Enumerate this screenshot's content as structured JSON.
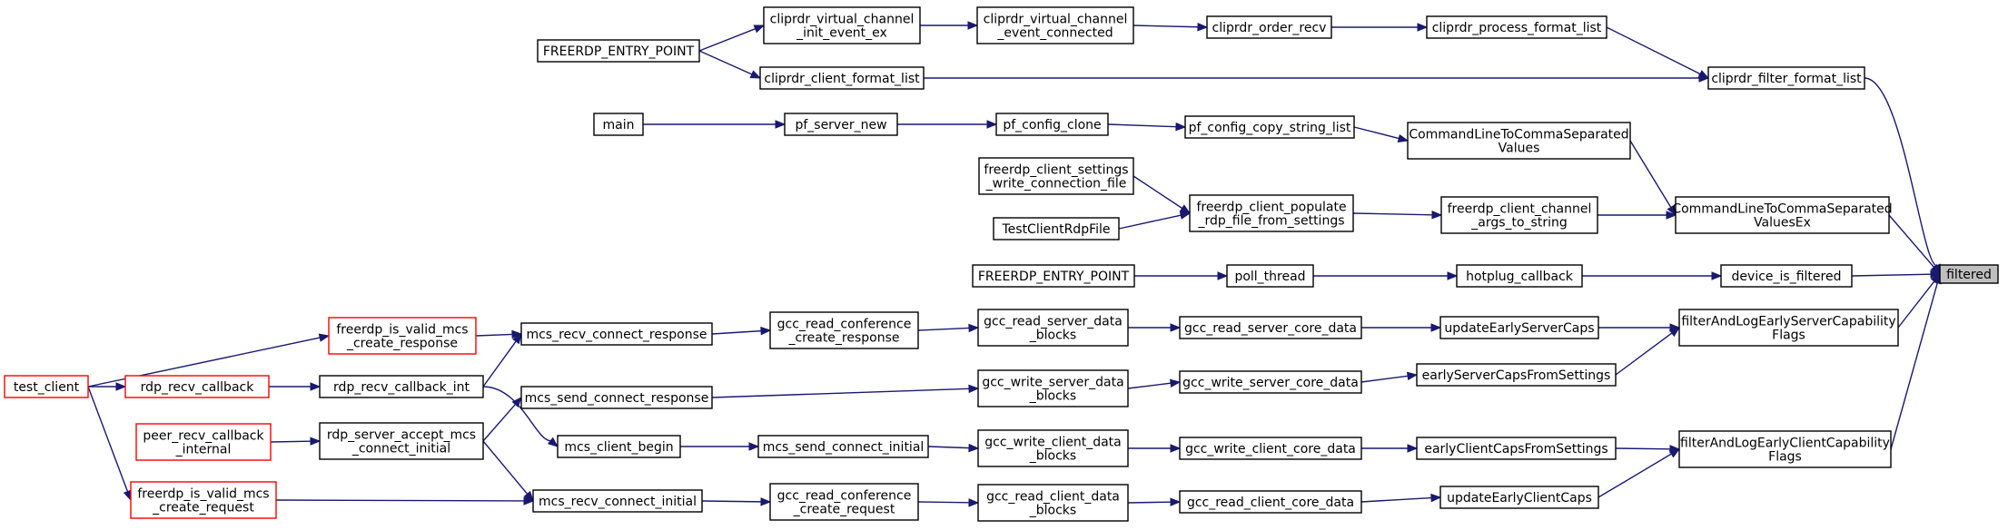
{
  "colors": {
    "edge": "#191970",
    "node_border": "#000000",
    "node_border_highlight": "#ff0000",
    "focus_fill": "#bfbfbf",
    "background": "#ffffff"
  },
  "nodes": {
    "filtered": {
      "label": [
        "filtered"
      ],
      "style": "focus"
    },
    "cliprdr_filter_format_list": {
      "label": [
        "cliprdr_filter_format_list"
      ]
    },
    "cliprdr_process_format_list": {
      "label": [
        "cliprdr_process_format_list"
      ]
    },
    "cliprdr_order_recv": {
      "label": [
        "cliprdr_order_recv"
      ]
    },
    "cliprdr_virtual_channel_event_connected": {
      "label": [
        "cliprdr_virtual_channel",
        "_event_connected"
      ]
    },
    "cliprdr_virtual_channel_init_event_ex": {
      "label": [
        "cliprdr_virtual_channel",
        "_init_event_ex"
      ]
    },
    "freerdp_entry_point_1": {
      "label": [
        "FREERDP_ENTRY_POINT"
      ]
    },
    "cliprdr_client_format_list": {
      "label": [
        "cliprdr_client_format_list"
      ]
    },
    "CommandLineToCommaSeparatedValuesEx": {
      "label": [
        "CommandLineToCommaSeparated",
        "ValuesEx"
      ]
    },
    "CommandLineToCommaSeparatedValues": {
      "label": [
        "CommandLineToCommaSeparated",
        "Values"
      ]
    },
    "pf_config_copy_string_list": {
      "label": [
        "pf_config_copy_string_list"
      ]
    },
    "pf_config_clone": {
      "label": [
        "pf_config_clone"
      ]
    },
    "pf_server_new": {
      "label": [
        "pf_server_new"
      ]
    },
    "main": {
      "label": [
        "main"
      ]
    },
    "freerdp_client_channel_args_to_string": {
      "label": [
        "freerdp_client_channel",
        "_args_to_string"
      ]
    },
    "freerdp_client_populate_rdp_file_from_settings": {
      "label": [
        "freerdp_client_populate",
        "_rdp_file_from_settings"
      ]
    },
    "freerdp_client_settings_write_connection_file": {
      "label": [
        "freerdp_client_settings",
        "_write_connection_file"
      ]
    },
    "TestClientRdpFile": {
      "label": [
        "TestClientRdpFile"
      ]
    },
    "device_is_filtered": {
      "label": [
        "device_is_filtered"
      ]
    },
    "hotplug_callback": {
      "label": [
        "hotplug_callback"
      ]
    },
    "poll_thread": {
      "label": [
        "poll_thread"
      ]
    },
    "freerdp_entry_point_2": {
      "label": [
        "FREERDP_ENTRY_POINT"
      ]
    },
    "filterAndLogEarlyServerCapabilityFlags": {
      "label": [
        "filterAndLogEarlyServerCapability",
        "Flags"
      ]
    },
    "updateEarlyServerCaps": {
      "label": [
        "updateEarlyServerCaps"
      ]
    },
    "gcc_read_server_core_data": {
      "label": [
        "gcc_read_server_core_data"
      ]
    },
    "gcc_read_server_data_blocks": {
      "label": [
        "gcc_read_server_data",
        "_blocks"
      ]
    },
    "gcc_read_conference_create_response": {
      "label": [
        "gcc_read_conference",
        "_create_response"
      ]
    },
    "mcs_recv_connect_response": {
      "label": [
        "mcs_recv_connect_response"
      ]
    },
    "freerdp_is_valid_mcs_create_response": {
      "label": [
        "freerdp_is_valid_mcs",
        "_create_response"
      ],
      "style": "red"
    },
    "rdp_recv_callback_int": {
      "label": [
        "rdp_recv_callback_int"
      ]
    },
    "rdp_recv_callback": {
      "label": [
        "rdp_recv_callback"
      ],
      "style": "red"
    },
    "test_client": {
      "label": [
        "test_client"
      ],
      "style": "red"
    },
    "earlyServerCapsFromSettings": {
      "label": [
        "earlyServerCapsFromSettings"
      ]
    },
    "gcc_write_server_core_data": {
      "label": [
        "gcc_write_server_core_data"
      ]
    },
    "gcc_write_server_data_blocks": {
      "label": [
        "gcc_write_server_data",
        "_blocks"
      ]
    },
    "mcs_send_connect_response": {
      "label": [
        "mcs_send_connect_response"
      ]
    },
    "rdp_server_accept_mcs_connect_initial": {
      "label": [
        "rdp_server_accept_mcs",
        "_connect_initial"
      ]
    },
    "peer_recv_callback_internal": {
      "label": [
        "peer_recv_callback",
        "_internal"
      ],
      "style": "red"
    },
    "filterAndLogEarlyClientCapabilityFlags": {
      "label": [
        "filterAndLogEarlyClientCapability",
        "Flags"
      ]
    },
    "earlyClientCapsFromSettings": {
      "label": [
        "earlyClientCapsFromSettings"
      ]
    },
    "gcc_write_client_core_data": {
      "label": [
        "gcc_write_client_core_data"
      ]
    },
    "gcc_write_client_data_blocks": {
      "label": [
        "gcc_write_client_data",
        "_blocks"
      ]
    },
    "mcs_send_connect_initial": {
      "label": [
        "mcs_send_connect_initial"
      ]
    },
    "mcs_client_begin": {
      "label": [
        "mcs_client_begin"
      ]
    },
    "updateEarlyClientCaps": {
      "label": [
        "updateEarlyClientCaps"
      ]
    },
    "gcc_read_client_core_data": {
      "label": [
        "gcc_read_client_core_data"
      ]
    },
    "gcc_read_client_data_blocks": {
      "label": [
        "gcc_read_client_data",
        "_blocks"
      ]
    },
    "gcc_read_conference_create_request": {
      "label": [
        "gcc_read_conference",
        "_create_request"
      ]
    },
    "mcs_recv_connect_initial": {
      "label": [
        "mcs_recv_connect_initial"
      ]
    },
    "freerdp_is_valid_mcs_create_request": {
      "label": [
        "freerdp_is_valid_mcs",
        "_create_request"
      ],
      "style": "red"
    }
  },
  "edges": [
    [
      "cliprdr_filter_format_list",
      "filtered"
    ],
    [
      "cliprdr_process_format_list",
      "cliprdr_filter_format_list"
    ],
    [
      "cliprdr_order_recv",
      "cliprdr_process_format_list"
    ],
    [
      "cliprdr_virtual_channel_event_connected",
      "cliprdr_order_recv"
    ],
    [
      "cliprdr_virtual_channel_init_event_ex",
      "cliprdr_virtual_channel_event_connected"
    ],
    [
      "freerdp_entry_point_1",
      "cliprdr_virtual_channel_init_event_ex"
    ],
    [
      "cliprdr_client_format_list",
      "cliprdr_filter_format_list"
    ],
    [
      "freerdp_entry_point_1",
      "cliprdr_client_format_list"
    ],
    [
      "CommandLineToCommaSeparatedValuesEx",
      "filtered"
    ],
    [
      "CommandLineToCommaSeparatedValues",
      "CommandLineToCommaSeparatedValuesEx"
    ],
    [
      "pf_config_copy_string_list",
      "CommandLineToCommaSeparatedValues"
    ],
    [
      "pf_config_clone",
      "pf_config_copy_string_list"
    ],
    [
      "pf_server_new",
      "pf_config_clone"
    ],
    [
      "main",
      "pf_server_new"
    ],
    [
      "freerdp_client_channel_args_to_string",
      "CommandLineToCommaSeparatedValuesEx"
    ],
    [
      "freerdp_client_populate_rdp_file_from_settings",
      "freerdp_client_channel_args_to_string"
    ],
    [
      "freerdp_client_settings_write_connection_file",
      "freerdp_client_populate_rdp_file_from_settings"
    ],
    [
      "TestClientRdpFile",
      "freerdp_client_populate_rdp_file_from_settings"
    ],
    [
      "device_is_filtered",
      "filtered"
    ],
    [
      "hotplug_callback",
      "device_is_filtered"
    ],
    [
      "poll_thread",
      "hotplug_callback"
    ],
    [
      "freerdp_entry_point_2",
      "poll_thread"
    ],
    [
      "filterAndLogEarlyServerCapabilityFlags",
      "filtered"
    ],
    [
      "updateEarlyServerCaps",
      "filterAndLogEarlyServerCapabilityFlags"
    ],
    [
      "gcc_read_server_core_data",
      "updateEarlyServerCaps"
    ],
    [
      "gcc_read_server_data_blocks",
      "gcc_read_server_core_data"
    ],
    [
      "gcc_read_conference_create_response",
      "gcc_read_server_data_blocks"
    ],
    [
      "mcs_recv_connect_response",
      "gcc_read_conference_create_response"
    ],
    [
      "freerdp_is_valid_mcs_create_response",
      "mcs_recv_connect_response"
    ],
    [
      "rdp_recv_callback_int",
      "mcs_recv_connect_response"
    ],
    [
      "test_client",
      "freerdp_is_valid_mcs_create_response"
    ],
    [
      "rdp_recv_callback",
      "rdp_recv_callback_int"
    ],
    [
      "test_client",
      "rdp_recv_callback"
    ],
    [
      "earlyServerCapsFromSettings",
      "filterAndLogEarlyServerCapabilityFlags"
    ],
    [
      "gcc_write_server_core_data",
      "earlyServerCapsFromSettings"
    ],
    [
      "gcc_write_server_data_blocks",
      "gcc_write_server_core_data"
    ],
    [
      "mcs_send_connect_response",
      "gcc_write_server_data_blocks"
    ],
    [
      "rdp_server_accept_mcs_connect_initial",
      "mcs_send_connect_response"
    ],
    [
      "peer_recv_callback_internal",
      "rdp_server_accept_mcs_connect_initial"
    ],
    [
      "filterAndLogEarlyClientCapabilityFlags",
      "filtered"
    ],
    [
      "earlyClientCapsFromSettings",
      "filterAndLogEarlyClientCapabilityFlags"
    ],
    [
      "gcc_write_client_core_data",
      "earlyClientCapsFromSettings"
    ],
    [
      "gcc_write_client_data_blocks",
      "gcc_write_client_core_data"
    ],
    [
      "mcs_send_connect_initial",
      "gcc_write_client_data_blocks"
    ],
    [
      "mcs_client_begin",
      "mcs_send_connect_initial"
    ],
    [
      "rdp_recv_callback_int",
      "mcs_client_begin"
    ],
    [
      "updateEarlyClientCaps",
      "filterAndLogEarlyClientCapabilityFlags"
    ],
    [
      "gcc_read_client_core_data",
      "updateEarlyClientCaps"
    ],
    [
      "gcc_read_client_data_blocks",
      "gcc_read_client_core_data"
    ],
    [
      "gcc_read_conference_create_request",
      "gcc_read_client_data_blocks"
    ],
    [
      "mcs_recv_connect_initial",
      "gcc_read_conference_create_request"
    ],
    [
      "rdp_server_accept_mcs_connect_initial",
      "mcs_recv_connect_initial"
    ],
    [
      "freerdp_is_valid_mcs_create_request",
      "mcs_recv_connect_initial"
    ],
    [
      "test_client",
      "freerdp_is_valid_mcs_create_request"
    ]
  ]
}
